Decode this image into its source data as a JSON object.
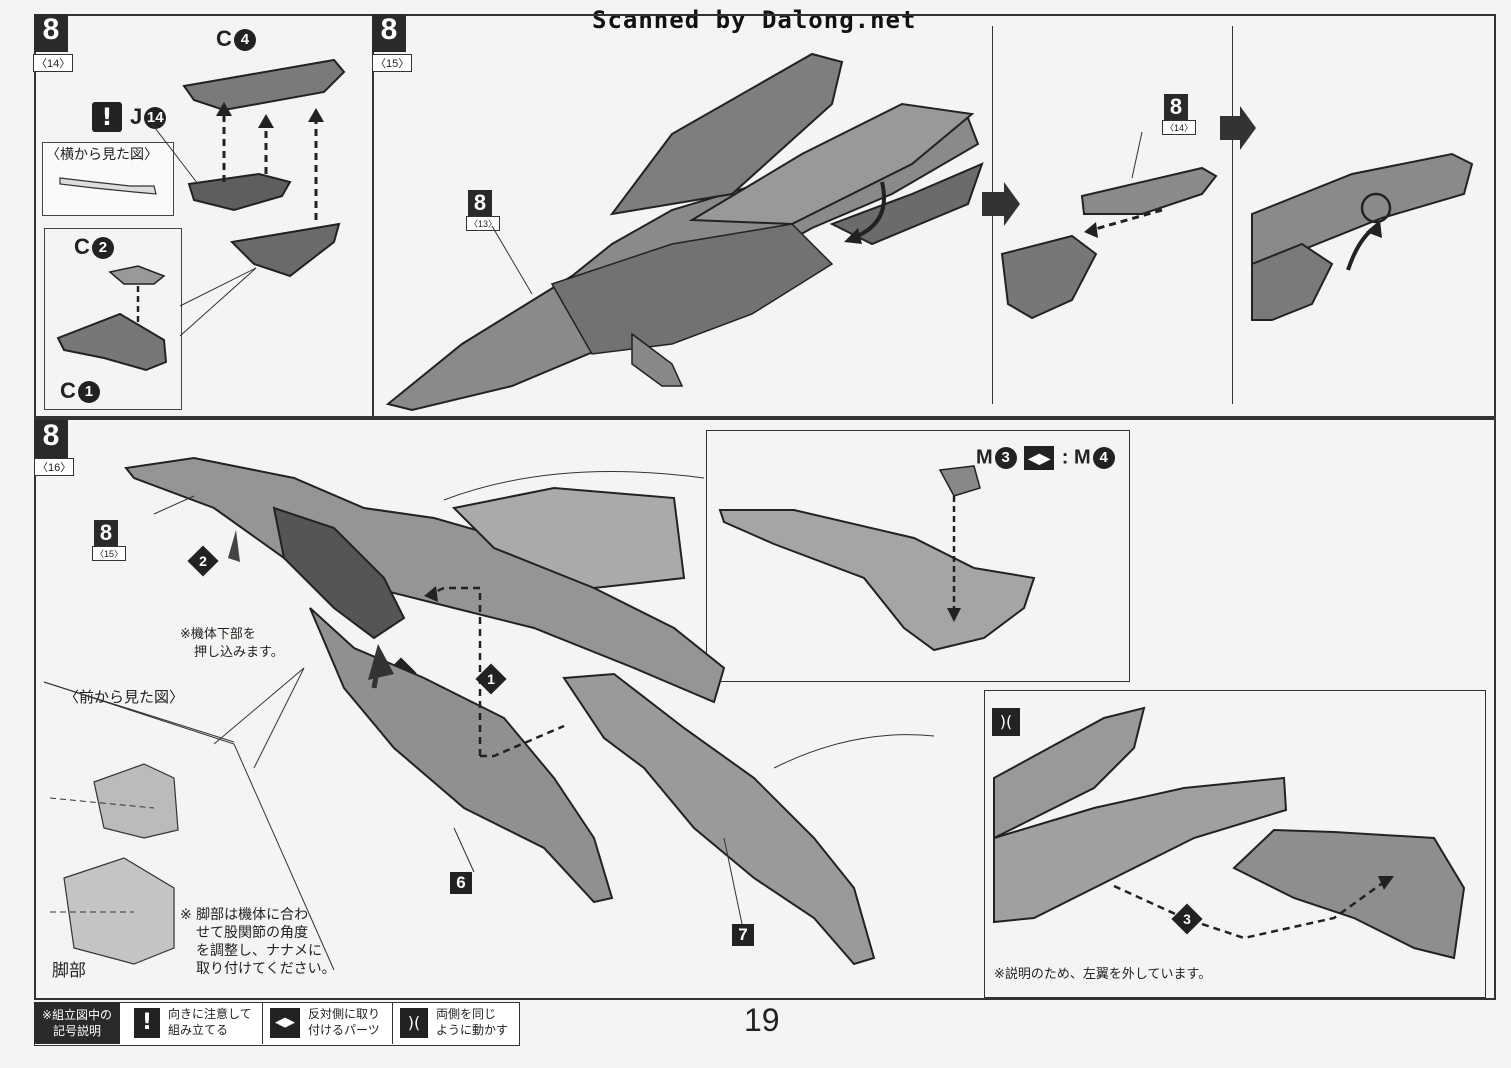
{
  "watermark": "Scanned by Dalong.net",
  "page_number": "19",
  "step1": {
    "number": "8",
    "sub": "〈14〉",
    "part_top": "C",
    "part_top_num": "4",
    "caution_part": "J",
    "caution_part_num": "14",
    "side_view_label": "〈横から見た図〉",
    "part_c2": "C",
    "part_c2_num": "2",
    "part_c1": "C",
    "part_c1_num": "1"
  },
  "step2": {
    "number": "8",
    "sub": "〈15〉",
    "ref_number": "8",
    "ref_sub": "〈13〉",
    "ref2_number": "8",
    "ref2_sub": "〈14〉"
  },
  "step3": {
    "number": "8",
    "sub": "〈16〉",
    "ref_number": "8",
    "ref_sub": "〈15〉",
    "step_mark_2a": "2",
    "step_mark_2b": "2",
    "step_mark_1": "1",
    "step_mark_3": "3",
    "push_note_line1": "※機体下部を",
    "push_note_line2": "押し込みます。",
    "front_view_label": "〈前から見た図〉",
    "leg_note_line1": "※ 脚部は機体に合わ",
    "leg_note_line2": "せて股関節の角度",
    "leg_note_line3": "を調整し、ナナメに",
    "leg_note_line4": "取り付けてください。",
    "leg_label": "脚部",
    "part6": "6",
    "part7": "7",
    "mirror_part_a": "M",
    "mirror_part_a_num": "3",
    "mirror_sep": ":",
    "mirror_part_b": "M",
    "mirror_part_b_num": "4",
    "wing_note": "※説明のため、左翼を外しています。"
  },
  "legend": {
    "title_line1": "※組立図中の",
    "title_line2": "記号説明",
    "item1_line1": "向きに注意して",
    "item1_line2": "組み立てる",
    "item2_line1": "反対側に取り",
    "item2_line2": "付けるパーツ",
    "item3_line1": "両側を同じ",
    "item3_line2": "ように動かす"
  }
}
